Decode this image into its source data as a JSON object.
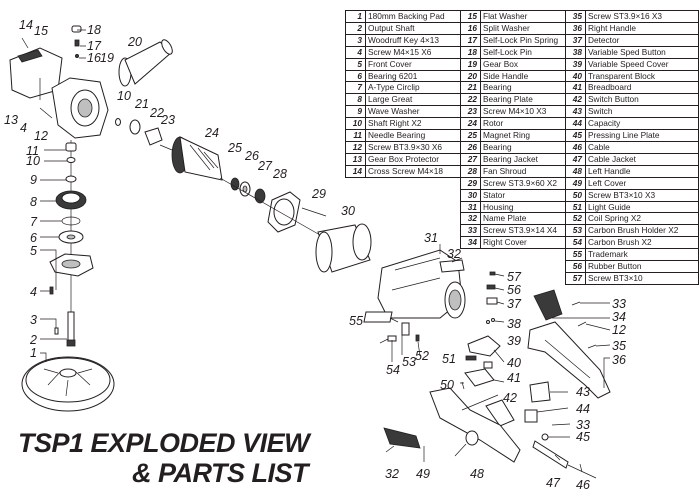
{
  "title": {
    "line1": "TSP1 EXPLODED VIEW",
    "line2": "& PARTS LIST"
  },
  "parts_list": {
    "columns": [
      [
        {
          "no": "1",
          "name": "180mm Backing Pad"
        },
        {
          "no": "2",
          "name": "Output Shaft"
        },
        {
          "no": "3",
          "name": "Woodruff Key 4×13"
        },
        {
          "no": "4",
          "name": "Screw M4×15   X6"
        },
        {
          "no": "5",
          "name": "Front Cover"
        },
        {
          "no": "6",
          "name": "Bearing 6201"
        },
        {
          "no": "7",
          "name": "A-Type Circlip"
        },
        {
          "no": "8",
          "name": "Large Great"
        },
        {
          "no": "9",
          "name": "Wave Washer"
        },
        {
          "no": "10",
          "name": "Shaft Right   X2"
        },
        {
          "no": "11",
          "name": "Needle Bearing"
        },
        {
          "no": "12",
          "name": "Screw BT3.9×30   X6"
        },
        {
          "no": "13",
          "name": "Gear Box Protector"
        },
        {
          "no": "14",
          "name": "Cross Screw M4×18"
        }
      ],
      [
        {
          "no": "15",
          "name": "Flat Washer"
        },
        {
          "no": "16",
          "name": "Split Washer"
        },
        {
          "no": "17",
          "name": "Self-Lock Pin Spring"
        },
        {
          "no": "18",
          "name": "Self-Lock Pin"
        },
        {
          "no": "19",
          "name": "Gear Box"
        },
        {
          "no": "20",
          "name": "Side Handle"
        },
        {
          "no": "21",
          "name": "Bearing"
        },
        {
          "no": "22",
          "name": "Bearing Plate"
        },
        {
          "no": "23",
          "name": "Screw M4×10   X3"
        },
        {
          "no": "24",
          "name": "Rotor"
        },
        {
          "no": "25",
          "name": "Magnet Ring"
        },
        {
          "no": "26",
          "name": "Bearing"
        },
        {
          "no": "27",
          "name": "Bearing Jacket"
        },
        {
          "no": "28",
          "name": "Fan Shroud"
        },
        {
          "no": "29",
          "name": "Screw ST3.9×60   X2"
        },
        {
          "no": "30",
          "name": "Stator"
        },
        {
          "no": "31",
          "name": "Housing"
        },
        {
          "no": "32",
          "name": "Name Plate"
        },
        {
          "no": "33",
          "name": "Screw ST3.9×14   X4"
        },
        {
          "no": "34",
          "name": "Right Cover"
        }
      ],
      [
        {
          "no": "35",
          "name": "Screw ST3.9×16   X3"
        },
        {
          "no": "36",
          "name": "Right Handle"
        },
        {
          "no": "37",
          "name": "Detector"
        },
        {
          "no": "38",
          "name": "Variable Sped Button"
        },
        {
          "no": "39",
          "name": "Variable Speed Cover"
        },
        {
          "no": "40",
          "name": "Transparent Block"
        },
        {
          "no": "41",
          "name": "Breadboard"
        },
        {
          "no": "42",
          "name": "Switch Button"
        },
        {
          "no": "43",
          "name": "Switch"
        },
        {
          "no": "44",
          "name": "Capacity"
        },
        {
          "no": "45",
          "name": "Pressing Line Plate"
        },
        {
          "no": "46",
          "name": "Cable"
        },
        {
          "no": "47",
          "name": "Cable Jacket"
        },
        {
          "no": "48",
          "name": "Left Handle"
        },
        {
          "no": "49",
          "name": "Left Cover"
        },
        {
          "no": "50",
          "name": "Screw BT3×10   X3"
        },
        {
          "no": "51",
          "name": "Light Guide"
        },
        {
          "no": "52",
          "name": "Coil Spring   X2"
        },
        {
          "no": "53",
          "name": "Carbon Brush Holder   X2"
        },
        {
          "no": "54",
          "name": "Carbon Brush   X2"
        },
        {
          "no": "55",
          "name": "Trademark"
        },
        {
          "no": "56",
          "name": "Rubber Button"
        },
        {
          "no": "57",
          "name": "Screw BT3×10"
        }
      ]
    ]
  },
  "callouts": [
    {
      "label": "14"
    },
    {
      "label": "15"
    },
    {
      "label": "18"
    },
    {
      "label": "17"
    },
    {
      "label": "16"
    },
    {
      "label": "19"
    },
    {
      "label": "20"
    },
    {
      "label": "13"
    },
    {
      "label": "4"
    },
    {
      "label": "12"
    },
    {
      "label": "10"
    },
    {
      "label": "21"
    },
    {
      "label": "22"
    },
    {
      "label": "23"
    },
    {
      "label": "11"
    },
    {
      "label": "10"
    },
    {
      "label": "9"
    },
    {
      "label": "8"
    },
    {
      "label": "7"
    },
    {
      "label": "6"
    },
    {
      "label": "5"
    },
    {
      "label": "4"
    },
    {
      "label": "3"
    },
    {
      "label": "2"
    },
    {
      "label": "1"
    },
    {
      "label": "24"
    },
    {
      "label": "25"
    },
    {
      "label": "26"
    },
    {
      "label": "27"
    },
    {
      "label": "28"
    },
    {
      "label": "29"
    },
    {
      "label": "30"
    },
    {
      "label": "31"
    },
    {
      "label": "32"
    },
    {
      "label": "55"
    },
    {
      "label": "54"
    },
    {
      "label": "53"
    },
    {
      "label": "52"
    },
    {
      "label": "57"
    },
    {
      "label": "56"
    },
    {
      "label": "37"
    },
    {
      "label": "38"
    },
    {
      "label": "39"
    },
    {
      "label": "51"
    },
    {
      "label": "40"
    },
    {
      "label": "41"
    },
    {
      "label": "50"
    },
    {
      "label": "42"
    },
    {
      "label": "33"
    },
    {
      "label": "34"
    },
    {
      "label": "12"
    },
    {
      "label": "35"
    },
    {
      "label": "36"
    },
    {
      "label": "43"
    },
    {
      "label": "44"
    },
    {
      "label": "33"
    },
    {
      "label": "45"
    },
    {
      "label": "47"
    },
    {
      "label": "46"
    },
    {
      "label": "32"
    },
    {
      "label": "49"
    },
    {
      "label": "48"
    }
  ]
}
